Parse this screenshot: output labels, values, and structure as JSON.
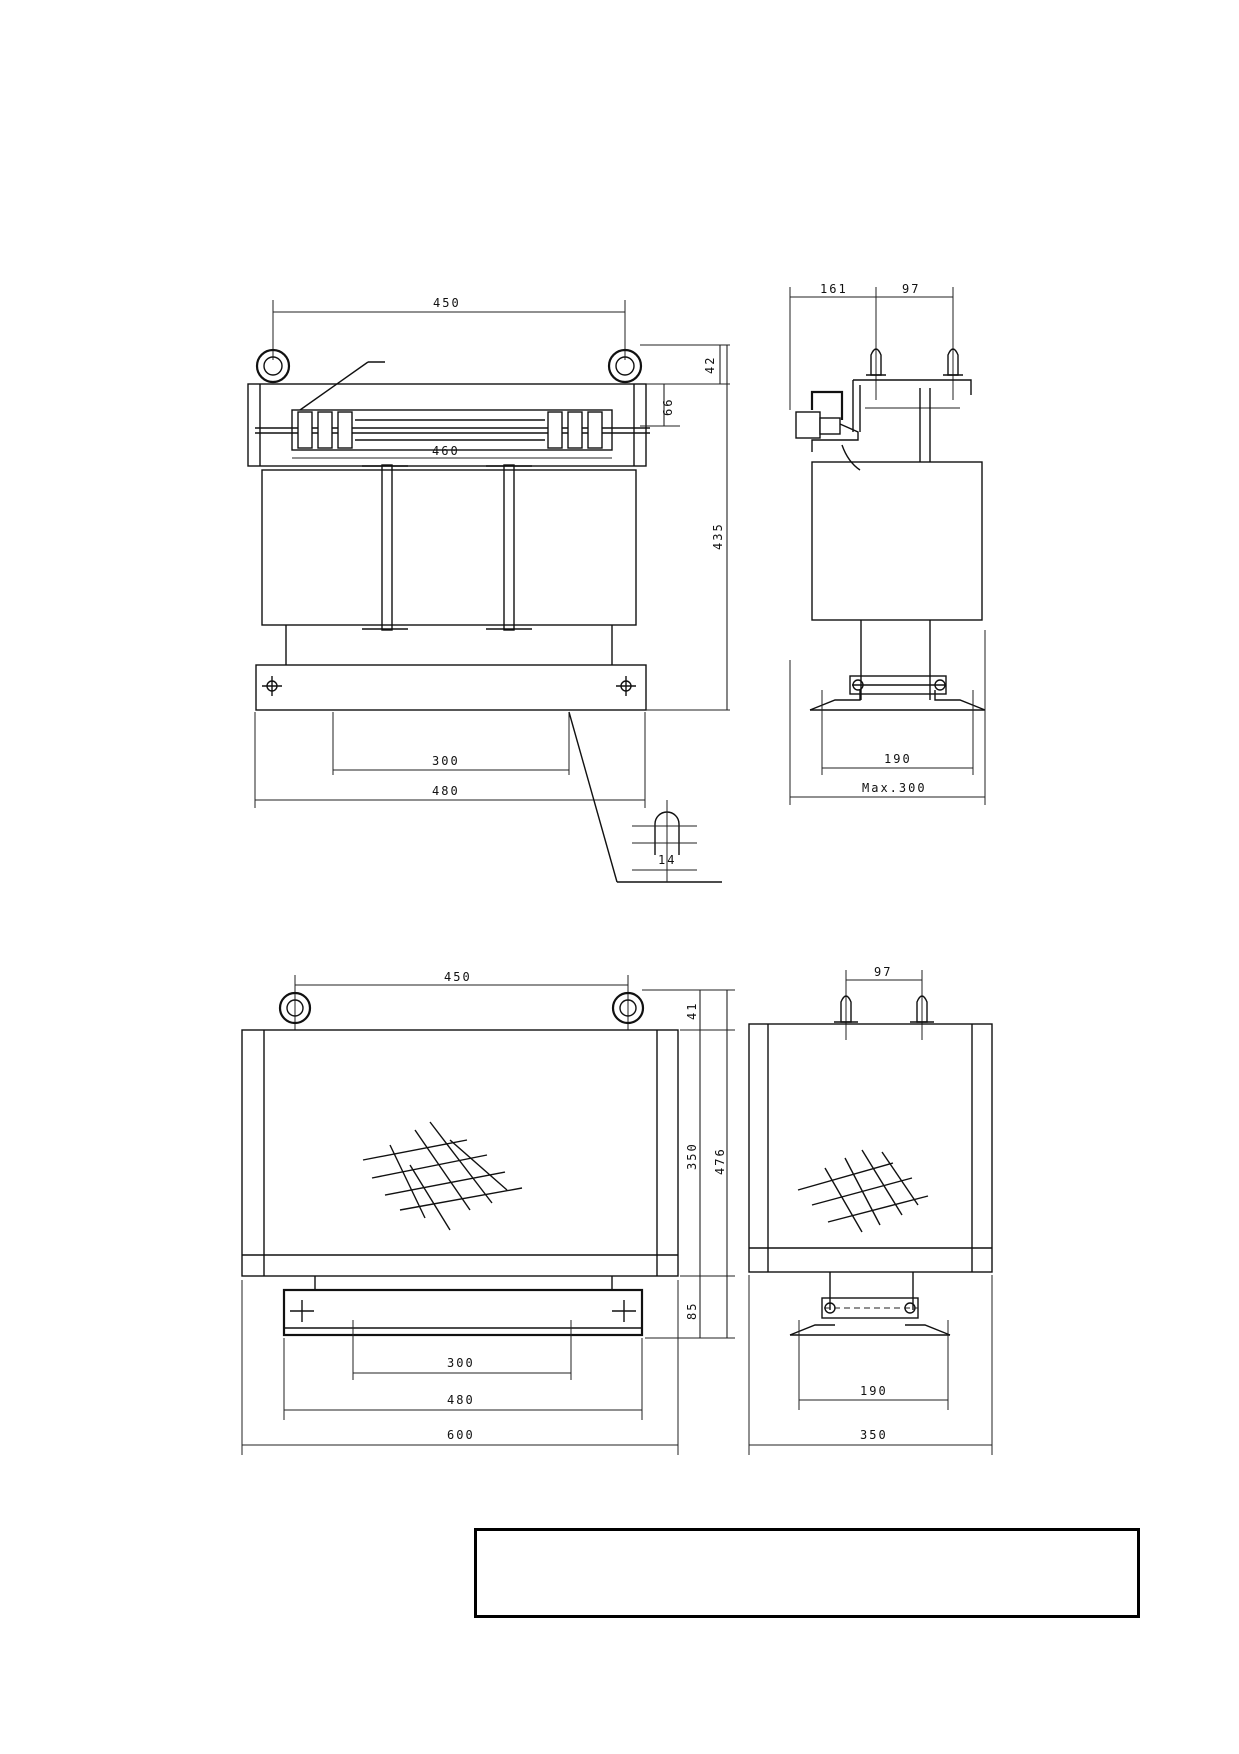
{
  "colors": {
    "line": "#111111",
    "background": "#ffffff"
  },
  "drawings": {
    "upper_front": {
      "dim_top_width": "450",
      "dim_eyebolt": "42",
      "dim_terminal": "66",
      "dim_total_height": "435",
      "dim_terminal_width": "460",
      "dim_mount_holes": "300",
      "dim_base_width": "480",
      "dim_slot": "14"
    },
    "upper_side": {
      "dim_offset": "161",
      "dim_terminal_pitch": "97",
      "dim_mount_holes": "190",
      "dim_max_width": "Max.300"
    },
    "lower_front": {
      "dim_top_width": "450",
      "dim_eyebolt": "41",
      "dim_body": "350",
      "dim_total_height": "476",
      "dim_base": "85",
      "dim_mount_holes": "300",
      "dim_base_width": "480",
      "dim_overall_width": "600"
    },
    "lower_side": {
      "dim_terminal_pitch": "97",
      "dim_mount_holes": "190",
      "dim_overall_width": "350"
    }
  },
  "title_block": {
    "text": ""
  }
}
